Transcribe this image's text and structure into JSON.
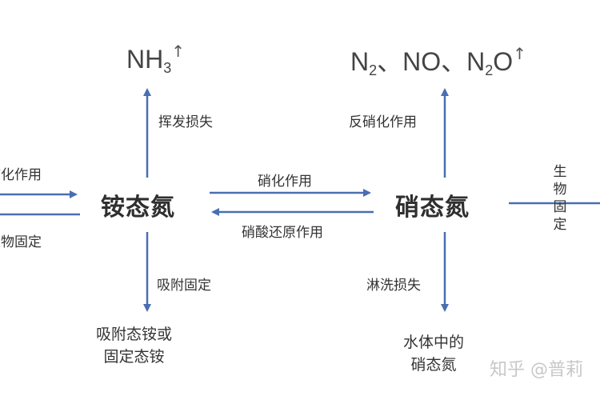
{
  "gases": {
    "nh3": "NH",
    "nh3_sub": "3",
    "n2": "N",
    "n2_sub": "2",
    "sep1": "、",
    "no": "NO",
    "sep2": "、",
    "n2o_n": "N",
    "n2o_sub": "2",
    "n2o_o": "O",
    "up": "↑"
  },
  "nodes": {
    "ammonium": "铵态氮",
    "nitrate": "硝态氮"
  },
  "labels": {
    "left_top": "矿化作用",
    "left_bottom": "生物固定",
    "volatilization": "挥发损失",
    "nitrification": "硝化作用",
    "nitrate_reduction": "硝酸还原作用",
    "denitrification": "反硝化作用",
    "adsorption": "吸附固定",
    "leaching": "淋洗损失",
    "adsorbed_line1": "吸附态铵或",
    "adsorbed_line2": "固定态铵",
    "water_line1": "水体中的",
    "water_line2": "硝态氮",
    "bio_fix_vertical": "生物固定"
  },
  "watermark": {
    "text": "知乎 @普莉"
  },
  "colors": {
    "arrow": "#4a6fb1",
    "text": "#333333"
  }
}
